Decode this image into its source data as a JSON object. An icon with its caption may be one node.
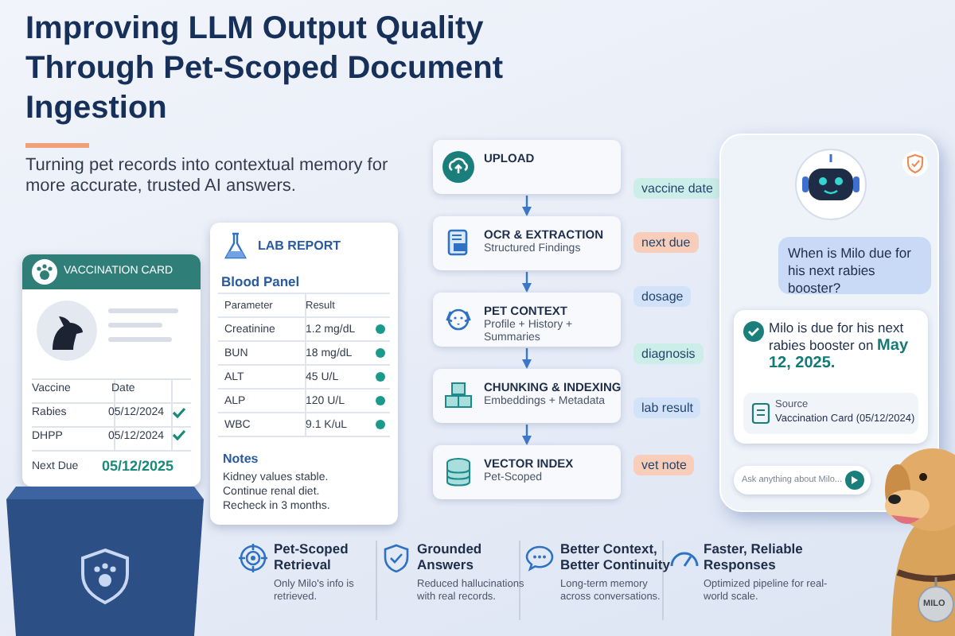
{
  "diagram": {
    "title": "Improving LLM Output Quality Through Pet-Scoped Document Ingestion",
    "nodes": [
      {
        "text": [
          "VACCINATION CARD"
        ]
      },
      {
        "text": [
          "LAB REPORT",
          "Blood Panel"
        ]
      },
      {
        "text": [
          "UPLOAD"
        ]
      },
      {
        "text": [
          "OCR & EXTRACTION",
          "Structured Findings"
        ]
      },
      {
        "text": [
          "PET CONTEXT",
          "Profile + History + Summaries"
        ]
      },
      {
        "text": [
          "CHUNKING & INDEXING",
          "Embeddings + Metadata"
        ]
      },
      {
        "text": [
          "VECTOR INDEX",
          "Pet-Scoped"
        ]
      },
      {
        "text": [
          "vaccine date"
        ]
      },
      {
        "text": [
          "next due"
        ]
      },
      {
        "text": [
          "dosage"
        ]
      },
      {
        "text": [
          "diagnosis"
        ]
      },
      {
        "text": [
          "lab result"
        ]
      },
      {
        "text": [
          "vet note"
        ]
      },
      {
        "text": [],
        "shape": "box"
      },
      {
        "text": [
          "When is Milo due for his next rabies booster?"
        ],
        "in": 13
      },
      {
        "text": [
          "Milo is due for his next rabies booster on **May 12, 2025.**"
        ],
        "in": 13
      },
      {
        "text": [
          "Source",
          "Vaccination Card (05/12/2024)"
        ],
        "in": 15
      },
      {
        "text": [
          "Ask anything about Milo..."
        ],
        "in": 13
      }
    ],
    "edges": [
      {
        "from": 2,
        "to": 3,
        "arrow": "to"
      },
      {
        "from": 3,
        "to": 4,
        "arrow": "to"
      },
      {
        "from": 4,
        "to": 5,
        "arrow": "to"
      },
      {
        "from": 5,
        "to": 6,
        "arrow": "to"
      }
    ],
    "labels": [
      "Turning pet records into contextual memory for more accurate, trusted AI answers.",
      "Vaccine",
      "Date",
      "Rabies",
      "05/12/2024",
      "DHPP",
      "05/12/2024",
      "Next Due",
      "05/12/2025",
      "Parameter",
      "Result",
      "Creatinine",
      "1.2 mg/dL",
      "BUN",
      "18 mg/dL",
      "ALT",
      "45 U/L",
      "ALP",
      "120 U/L",
      "WBC",
      "9.1 K/uL",
      "Notes",
      "Kidney values stable.",
      "Continue renal diet.",
      "Recheck in 3 months.",
      "MILO",
      "Pet-Scoped Retrieval",
      "Only Milo's info is retrieved.",
      "Grounded Answers",
      "Reduced hallucinations with real records.",
      "Better Context, Better Continuity",
      "Long-term memory across conversations.",
      "Faster, Reliable Responses",
      "Optimized pipeline for real-world scale."
    ]
  }
}
